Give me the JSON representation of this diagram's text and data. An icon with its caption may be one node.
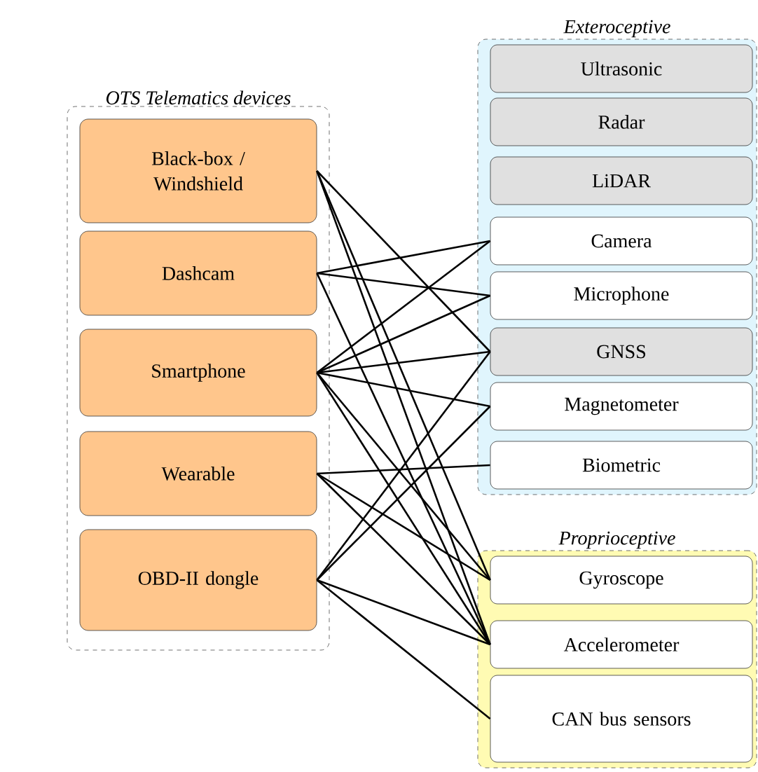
{
  "diagram": {
    "nodes": [
      {
        "text": [
          "OTS Telematics devices"
        ]
      },
      {
        "text": [
          "Black-box / Windshield"
        ],
        "in": 0
      },
      {
        "text": [
          "Dashcam"
        ],
        "in": 0
      },
      {
        "text": [
          "Smartphone"
        ],
        "in": 0
      },
      {
        "text": [
          "Wearable"
        ],
        "in": 0
      },
      {
        "text": [
          "OBD-II dongle"
        ],
        "in": 0
      },
      {
        "text": [
          "Exteroceptive"
        ]
      },
      {
        "text": [
          "Ultrasonic"
        ],
        "in": 6
      },
      {
        "text": [
          "Radar"
        ],
        "in": 6
      },
      {
        "text": [
          "LiDAR"
        ],
        "in": 6
      },
      {
        "text": [
          "Camera"
        ],
        "in": 6
      },
      {
        "text": [
          "Microphone"
        ],
        "in": 6
      },
      {
        "text": [
          "GNSS"
        ],
        "in": 6
      },
      {
        "text": [
          "Magnetometer"
        ],
        "in": 6
      },
      {
        "text": [
          "Biometric"
        ],
        "in": 6
      },
      {
        "text": [
          "Proprioceptive"
        ]
      },
      {
        "text": [
          "Gyroscope"
        ],
        "in": 15
      },
      {
        "text": [
          "Accelerometer"
        ],
        "in": 15
      },
      {
        "text": [
          "CAN bus sensors"
        ],
        "in": 15
      }
    ],
    "edges": [
      {
        "from": 1,
        "to": 12,
        "arrow": "none"
      },
      {
        "from": 1,
        "to": 16,
        "arrow": "none"
      },
      {
        "from": 1,
        "to": 17,
        "arrow": "none"
      },
      {
        "from": 2,
        "to": 10,
        "arrow": "none"
      },
      {
        "from": 2,
        "to": 11,
        "arrow": "none"
      },
      {
        "from": 2,
        "to": 17,
        "arrow": "none"
      },
      {
        "from": 3,
        "to": 10,
        "arrow": "none"
      },
      {
        "from": 3,
        "to": 11,
        "arrow": "none"
      },
      {
        "from": 3,
        "to": 12,
        "arrow": "none"
      },
      {
        "from": 3,
        "to": 13,
        "arrow": "none"
      },
      {
        "from": 3,
        "to": 16,
        "arrow": "none"
      },
      {
        "from": 3,
        "to": 17,
        "arrow": "none"
      },
      {
        "from": 4,
        "to": 14,
        "arrow": "none"
      },
      {
        "from": 4,
        "to": 16,
        "arrow": "none"
      },
      {
        "from": 4,
        "to": 17,
        "arrow": "none"
      },
      {
        "from": 5,
        "to": 12,
        "arrow": "none"
      },
      {
        "from": 5,
        "to": 13,
        "arrow": "none"
      },
      {
        "from": 5,
        "to": 17,
        "arrow": "none"
      },
      {
        "from": 5,
        "to": 18,
        "arrow": "none"
      }
    ]
  }
}
